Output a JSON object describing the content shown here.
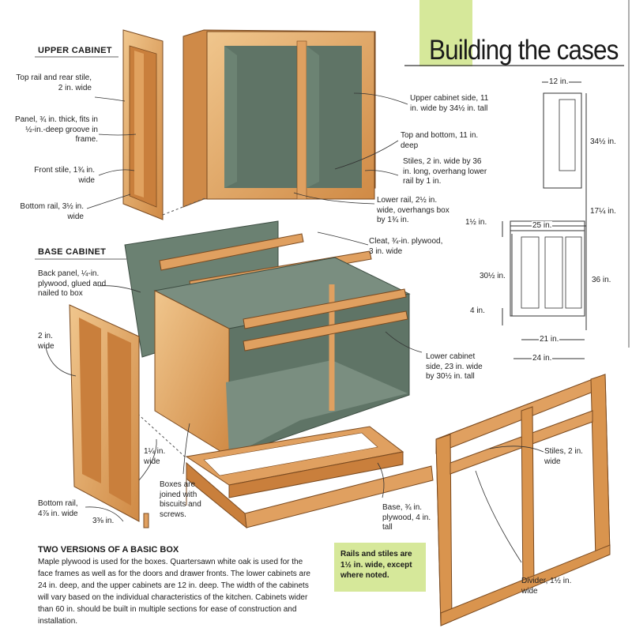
{
  "title": "Building the cases",
  "sections": {
    "upper_cabinet": "UPPER CABINET",
    "base_cabinet": "BASE CABINET"
  },
  "labels": {
    "top_rail": "Top rail and rear stile, 2 in. wide",
    "panel": "Panel, ¾ in. thick, fits in ½-in.-deep groove in frame.",
    "front_stile": "Front stile, 1¾ in. wide",
    "bottom_rail_upper": "Bottom rail, 3½ in. wide",
    "upper_side": "Upper cabinet side, 11 in. wide by 34½ in. tall",
    "top_bottom": "Top and bottom, 11 in. deep",
    "stiles_upper": "Stiles, 2 in. wide by 36 in. long, overhang lower rail by 1 in.",
    "lower_rail": "Lower rail, 2½ in. wide, overhangs box by 1¾ in.",
    "cleat": "Cleat, ¾-in. plywood, 3 in. wide",
    "back_panel": "Back panel, ¼-in. plywood, glued and nailed to box",
    "two_in_wide": "2 in. wide",
    "lower_side": "Lower cabinet side, 23 in. wide by 30½ in. tall",
    "one_quarter_wide": "1¼ in. wide",
    "boxes_joined": "Boxes are joined with biscuits and screws.",
    "bottom_rail_base": "Bottom rail, 4⅞ in. wide",
    "three_eighths": "3⅜ in.",
    "base": "Base, ¾ in. plywood, 4 in. tall",
    "stiles_frame": "Stiles, 2 in. wide",
    "divider": "Divider, 1½ in. wide"
  },
  "dimensions": {
    "upper_depth": "12 in.",
    "upper_height": "34½ in.",
    "gap": "17¼ in.",
    "overhang": "1½ in.",
    "base_top_depth": "25 in.",
    "base_side_height": "30½ in.",
    "base_total_height": "36 in.",
    "toe": "4 in.",
    "base_box_depth": "21 in.",
    "base_depth": "24 in."
  },
  "caption": {
    "heading": "TWO VERSIONS OF A BASIC BOX",
    "body": "Maple plywood is used for the boxes. Quartersawn white oak is used for the face frames as well as for the doors and drawer fronts. The lower cabinets are 24 in. deep, and the upper cabinets are 12 in. deep. The width of the cabinets will vary based on the individual characteristics of the kitchen. Cabinets wider than 60 in. should be built in multiple sections for ease of construction and installation."
  },
  "note": "Rails and stiles are 1½ in. wide, except where noted.",
  "colors": {
    "wood": "#d9944e",
    "wood_dark": "#b8702e",
    "wood_light": "#f0c68d",
    "interior": "#5f7466",
    "accent_green": "#d6e89a"
  }
}
